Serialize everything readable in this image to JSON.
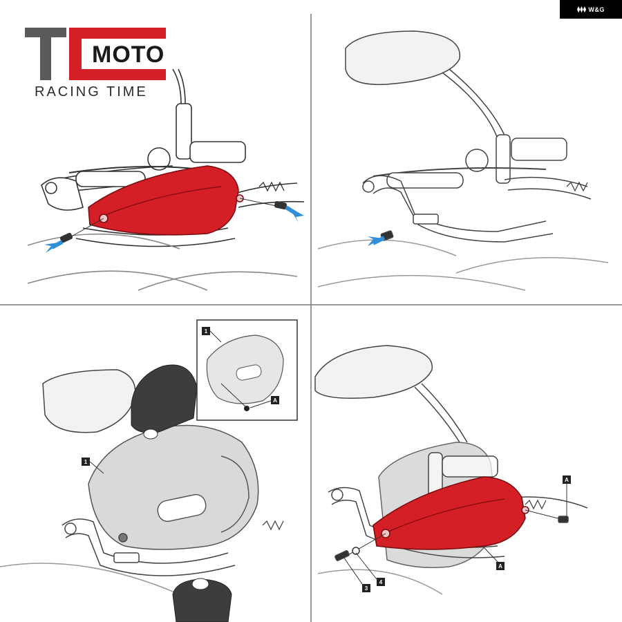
{
  "brand": {
    "badge_text": "W&G",
    "badge_mark": "⧫⧫⧫",
    "logo_letters": "TC",
    "logo_moto": "MOTO",
    "logo_sub": "RACING TIME"
  },
  "colors": {
    "accent_red": "#d41f26",
    "arrow_blue": "#2f8fd8",
    "line": "#333333",
    "gray_part": "#d9d9d9"
  },
  "labels": {
    "part_1": "1",
    "inset_part_1": "1",
    "inset_screw_a": "A",
    "screw_a": "A",
    "part_a": "A",
    "washer_3": "3",
    "washer_4": "4"
  }
}
